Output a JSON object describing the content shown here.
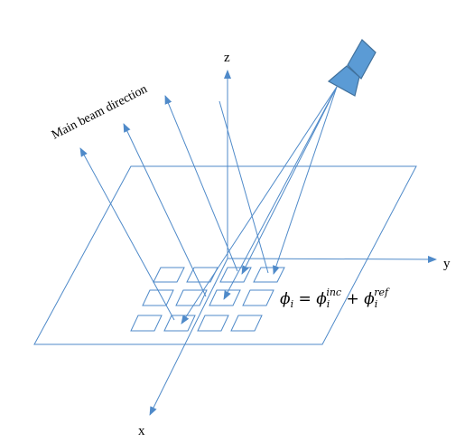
{
  "labels": {
    "axis_x": "x",
    "axis_y": "y",
    "axis_z": "z",
    "main_beam": "Main beam direction"
  },
  "equation": {
    "lhs": "ϕ",
    "lhs_sub": "i",
    "equals": " = ",
    "t1": "ϕ",
    "t1_sub": "i",
    "t1_sup": "inc",
    "plus": " + ",
    "t2": "ϕ",
    "t2_sub": "i",
    "t2_sup": "ref"
  },
  "colors": {
    "line": "#4f8ac9",
    "horn_fill": "#5b9bd5",
    "horn_stroke": "#41719c",
    "text": "#000000"
  }
}
